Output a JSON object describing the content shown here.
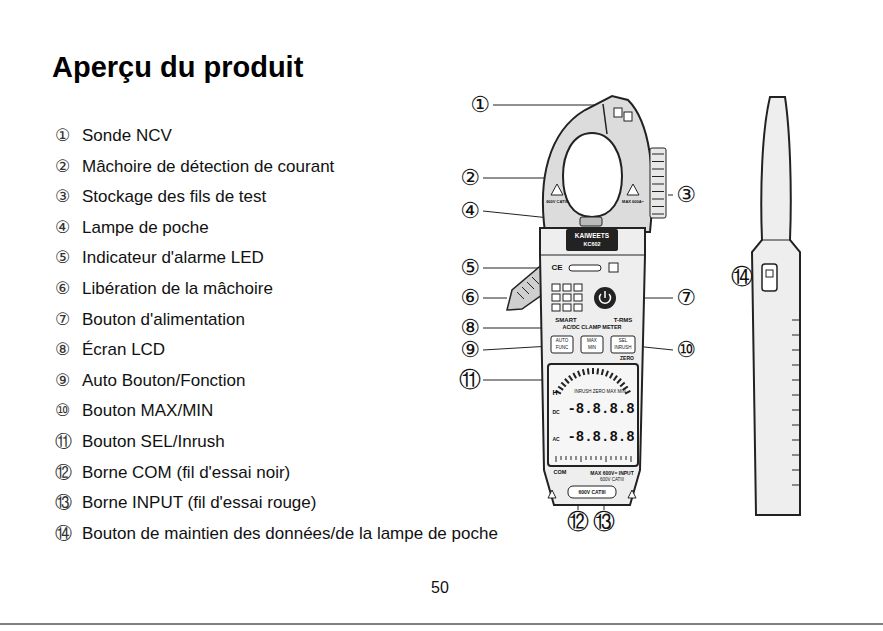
{
  "diagram": {
    "title": "Aperçu du produit",
    "labels": [
      "①",
      "②",
      "③",
      "④",
      "⑤",
      "⑥",
      "⑦",
      "⑧",
      "⑨",
      "⑩",
      "⑪",
      "⑫",
      "⑬",
      "⑭",
      "Sonde NCV",
      "Mâchoire de détection de courant",
      "Stockage des fils de test",
      "Lampe de poche",
      "Indicateur d'alarme LED",
      "Libération de la mâchoire",
      "Bouton d'alimentation",
      "Écran LCD",
      "Auto Bouton/Fonction",
      "Bouton MAX/MIN",
      "Bouton SEL/Inrush",
      "Borne COM (fil d'essai noir)",
      "Borne INPUT (fil d'essai rouge)",
      "Bouton de maintien des données/de la lampe de poche",
      "①",
      "②",
      "③",
      "④",
      "⑤",
      "⑥",
      "⑦",
      "⑧",
      "⑨",
      "⑩",
      "⑪",
      "⑫",
      "⑬",
      "⑭",
      "50",
      "KAIWEETS",
      "KC602",
      "CE",
      "SMART",
      "T-RMS",
      "AC/DC CLAMP METER",
      "AUTO",
      "FUNC",
      "MAX",
      "MIN",
      "SEL",
      "INRUSH",
      "ZERO",
      "H",
      "INRUSH ZERO MAX MIN",
      "-8.8.8.8",
      "DC",
      "AC",
      "-8.8.8.8",
      "COM",
      "MAX 600V= INPUT",
      "600V CATIII",
      "600V CATIII",
      "600V CATIII",
      "MAX 600A~"
    ]
  }
}
